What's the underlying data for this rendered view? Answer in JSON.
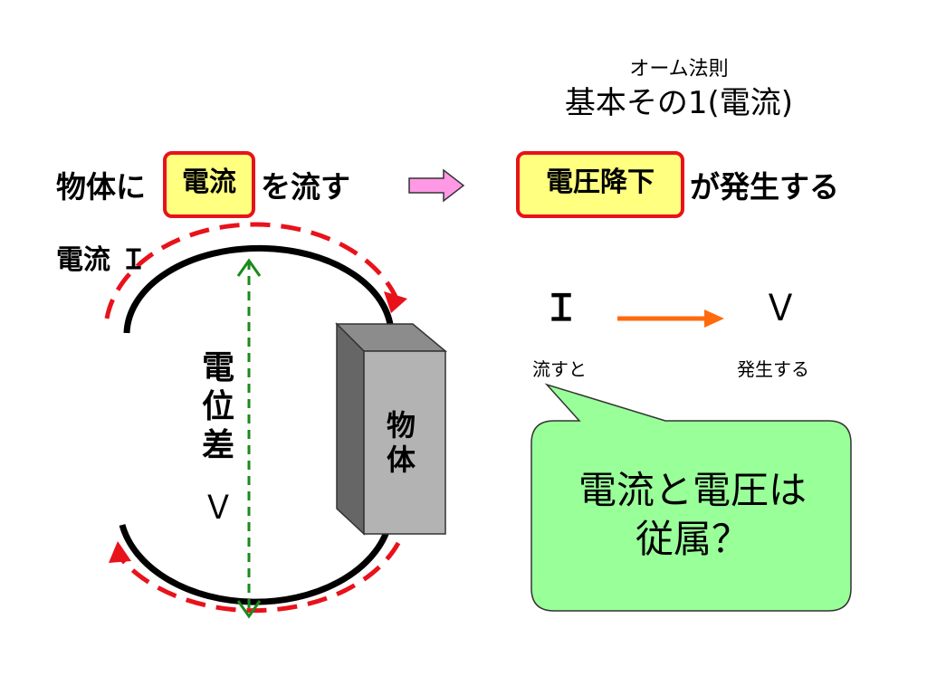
{
  "header": {
    "subtitle": "オーム法則",
    "title": "基本その1(電流)"
  },
  "statement": {
    "left_prefix": "物体に",
    "left_highlight": "電流",
    "left_suffix": "を流す",
    "right_highlight": "電圧降下",
    "right_suffix": "が発生する"
  },
  "circuit": {
    "current_label": "電流 Ｉ",
    "potential_difference_label": [
      "電",
      "位",
      "差"
    ],
    "voltage_symbol": "Ｖ",
    "object_label": [
      "物",
      "体"
    ]
  },
  "relation": {
    "current_symbol": "Ｉ",
    "voltage_symbol": "Ｖ",
    "flow_text": "流すと",
    "generate_text": "発生する"
  },
  "callout": {
    "line1": "電流と電圧は",
    "line2": "従属？"
  },
  "colors": {
    "highlight_fill": "#ffff80",
    "highlight_border": "#e8121b",
    "dashed_arrow": "#e8121b",
    "voltage_arrow": "#1a8a1a",
    "relation_arrow": "#ff6a0f",
    "pink_arrow": "#ff99e6",
    "callout_fill": "#99ff99",
    "block_face": "#b3b3b3"
  }
}
